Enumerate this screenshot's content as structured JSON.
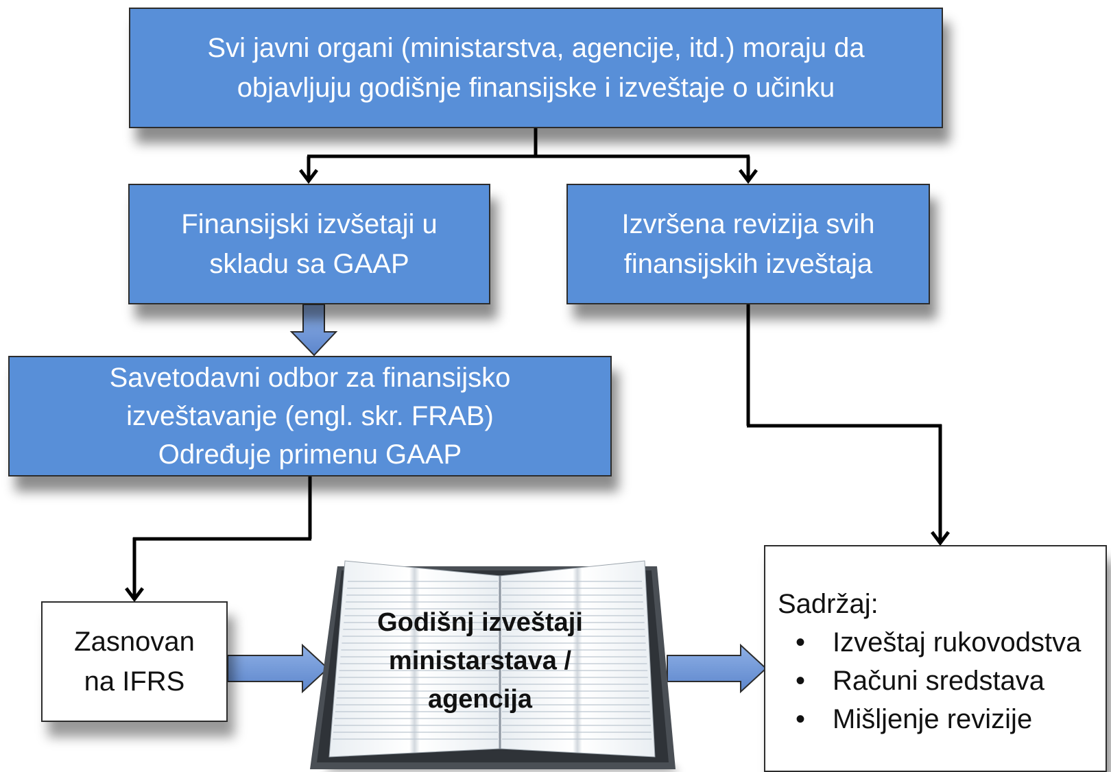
{
  "top_box": {
    "lines": [
      "Svi javni organi (ministarstva, agencije, itd.) moraju da",
      "objavljuju godišnje finansijske i izveštaje o učinku"
    ]
  },
  "gaap_box": {
    "lines": [
      "Finansijski izvšetaji u",
      "skladu sa GAAP"
    ]
  },
  "audit_box": {
    "lines": [
      "Izvršena revizija svih",
      "finansijskih izveštaja"
    ]
  },
  "frab_box": {
    "lines": [
      "Savetodavni odbor za finansijsko",
      "izveštavanje (engl. skr. FRAB)",
      "Određuje primenu GAAP"
    ]
  },
  "ifrs_box": {
    "lines": [
      "Zasnovan",
      "na IFRS"
    ]
  },
  "book": {
    "lines": [
      "Godišnj izveštaji",
      "ministarstava /",
      "agencija"
    ]
  },
  "contents_box": {
    "heading": "Sadržaj:",
    "bullet": "•",
    "items": [
      "Izveštaj rukovodstva",
      "Računi sredstava",
      "Mišljenje revizije"
    ]
  },
  "colors": {
    "box_fill": "#588fd8",
    "arrow_fill": "#6b93d6",
    "border": "#2c2c2c",
    "connector": "#000000"
  }
}
